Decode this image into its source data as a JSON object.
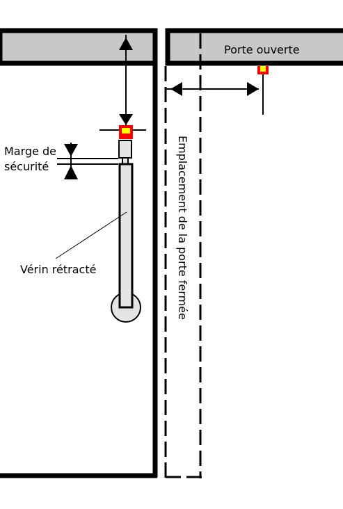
{
  "labels": {
    "open_door": "Porte ouverte",
    "safety_margin_line1": "Marge de",
    "safety_margin_line2": "sécurité",
    "retracted_cylinder": "Vérin rétracté",
    "closed_door_location": "Emplacement de la porte fermée"
  },
  "colors": {
    "frame": "#000000",
    "door_fill": "#c8c8c8",
    "cylinder_fill": "#e4e4e4",
    "pivot_fill": "#e4e4e4",
    "pin_red": "#ff0000",
    "pin_yellow": "#ffff00",
    "background": "#ffffff"
  }
}
